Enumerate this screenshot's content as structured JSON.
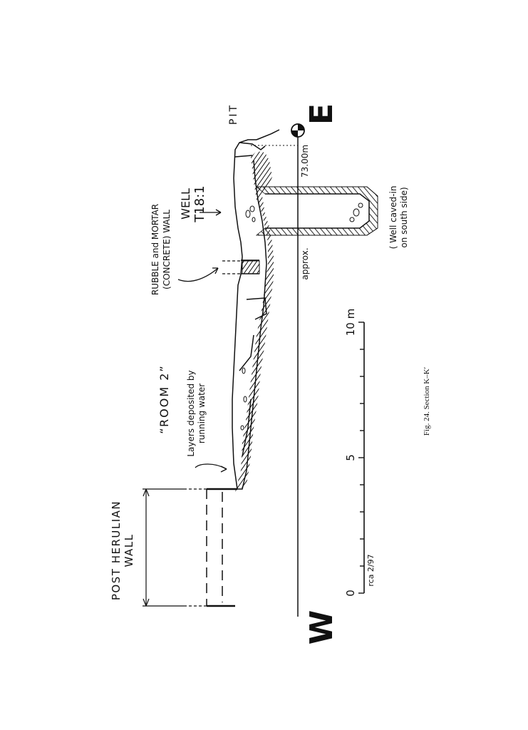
{
  "direction": {
    "west": "W",
    "east": "E"
  },
  "labels": {
    "pit": "PIT",
    "datum": "73.00m",
    "approx": "approx.",
    "well_name": "WELL",
    "well_id": "T18:1",
    "well_note_1": "( Well caved-in",
    "well_note_2": "on south side)",
    "rubble_1": "RUBBLE and MORTAR",
    "rubble_2": "(CONCRETE) WALL",
    "room": "“ROOM 2”",
    "layers_1": "Layers deposited by",
    "layers_2": "running water",
    "post_wall_1": "POST HERULIAN",
    "post_wall_2": "WALL"
  },
  "scale_bar": {
    "ticks": [
      "0",
      "5",
      "10 m"
    ],
    "tick_values": [
      0,
      5,
      10
    ],
    "credit": "rca 2/97"
  },
  "caption": "Fig. 24. Section K–K′"
}
